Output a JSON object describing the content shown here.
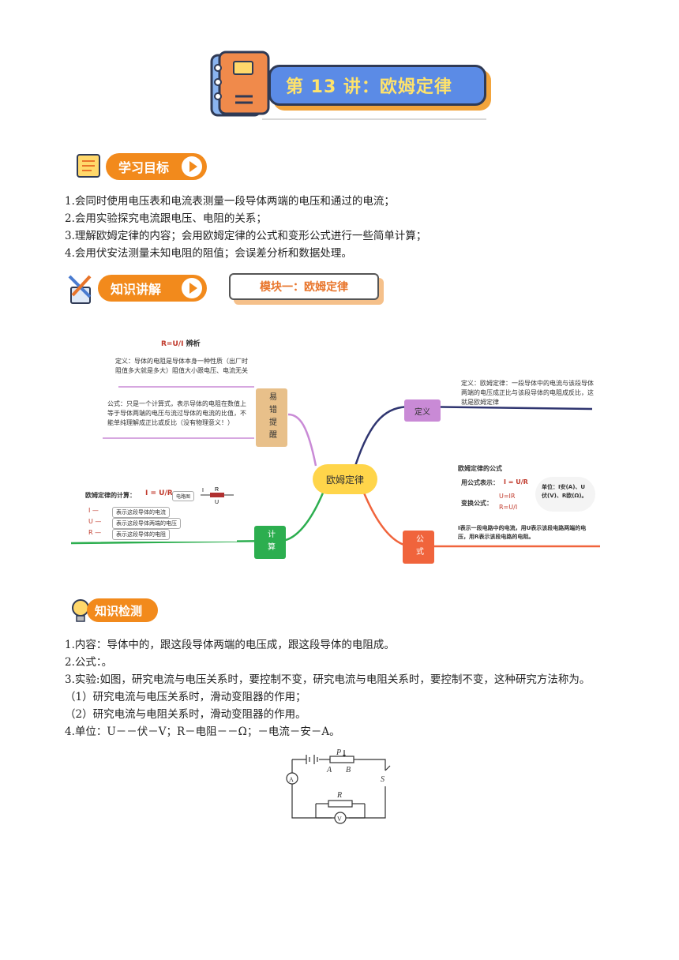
{
  "title": "第 13 讲：欧姆定律",
  "sections": {
    "goals": {
      "badge": "学习目标",
      "items": [
        "1.会同时使用电压表和电流表测量一段导体两端的电压和通过的电流；",
        "2.会用实验探究电流跟电压、电阻的关系；",
        "3.理解欧姆定律的内容；会用欧姆定律的公式和变形公式进行一些简单计算；",
        "4.会用伏安法测量未知电阻的阻值；会误差分析和数据处理。"
      ]
    },
    "knowledge": {
      "badge": "知识讲解",
      "module": "模块一：欧姆定律"
    },
    "check": {
      "badge": "知识检测",
      "items": [
        "1.内容：导体中的，跟这段导体两端的电压成，跟这段导体的电阻成。",
        "2.公式：。",
        "3.实验:如图，研究电流与电压关系时，要控制不变，研究电流与电阻关系时，要控制不变，这种研究方法称为。",
        "（1）研究电流与电压关系时，滑动变阻器的作用；",
        "（2）研究电流与电阻关系时，滑动变阻器的作用。",
        "4.单位：U－－伏－V；R－电阻－－Ω；－电流－安－A。"
      ]
    }
  },
  "mindmap": {
    "center": "欧姆定律",
    "def_node": "定义",
    "def_text": "定义：欧姆定律：一段导体中的电流与该段导体两端的电压成正比与该段导体的电阻成反比，这就是欧姆定律",
    "mistake_node": "易错提醒",
    "mistake_title": "R=U/I 辨析",
    "mistake_text1": "定义：导体的电阻是导体本身一种性质（出厂时阻值多大就是多大）阻值大小跟电压、电流无关",
    "mistake_text2": "公式：只是一个计算式，表示导体的电阻在数值上等于导体两端的电压与流过导体的电流的比值，不能单纯理解成正比或反比（没有物理意义！）",
    "calc_node": "计算",
    "calc_title": "欧姆定律的计算：",
    "calc_formula": "I = U/R",
    "calc_circuit_label": "电路图",
    "calc_rows": [
      {
        "sym": "I —",
        "text": "表示这段导体的电流"
      },
      {
        "sym": "U —",
        "text": "表示这段导体两端的电压"
      },
      {
        "sym": "R —",
        "text": "表示这段导体的电阻"
      }
    ],
    "formula_node": "公式",
    "formula_title": "欧姆定律的公式",
    "formula_use": "用公式表示：",
    "formula_main": "I = U/R",
    "formula_variant": "变换公式：",
    "formula_variants": [
      "U=IR",
      "R=U/I"
    ],
    "formula_unit": "单位：I安(A)、U伏(V)、R欧(Ω)。",
    "formula_note": "I表示一段电路中的电流，用U表示该段电路两端的电压，用R表示该段电路的电阻。"
  },
  "circuit": {
    "labels": [
      "P",
      "A",
      "B",
      "S",
      "R",
      "A",
      "V"
    ]
  },
  "colors": {
    "orange": "#f28a1c",
    "blue_band": "#5b8be6",
    "title_yellow": "#ffe36b",
    "center_yellow": "#ffd54a",
    "def_purple": "#c98ad6",
    "mistake_tan": "#e8c08a",
    "calc_green": "#2cae4f",
    "formula_red": "#f0643c"
  }
}
